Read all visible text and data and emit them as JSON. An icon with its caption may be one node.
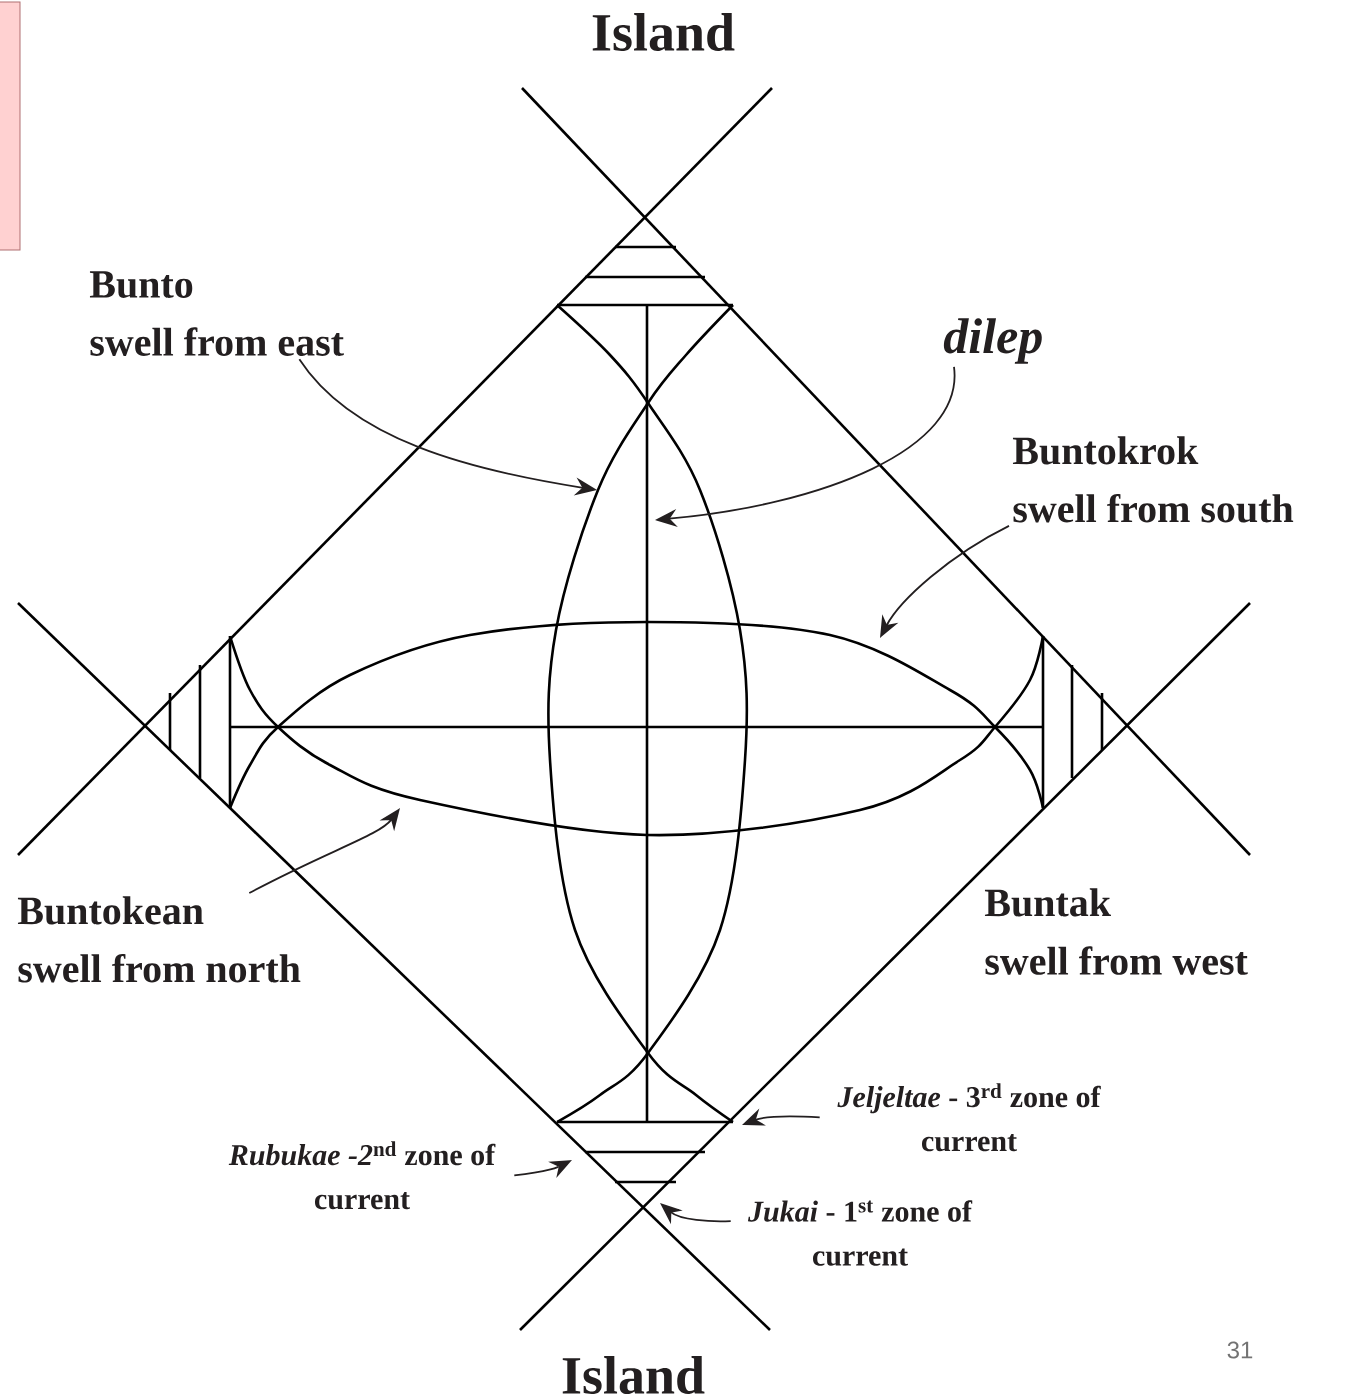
{
  "diagram": {
    "nodes": [
      {
        "text": [
          "Bunto",
          "swell from east"
        ]
      },
      {
        "text": [
          "*dilep*"
        ]
      },
      {
        "text": [
          "Buntokrok",
          "swell from south"
        ]
      },
      {
        "text": [
          "Buntokean",
          "swell from north"
        ]
      },
      {
        "text": [
          "*Jeljeltae* - 3$^{rd}$ zone of current"
        ]
      },
      {
        "text": [
          "*Rubukae -2*$^{nd}$ zone of current"
        ]
      },
      {
        "text": [
          "*Jukai* - 1$^{st}$ zone of current"
        ]
      }
    ],
    "edges": [
      {
        "from": 0,
        "to": null,
        "arrow": "to"
      },
      {
        "from": 1,
        "to": null,
        "arrow": "to"
      },
      {
        "from": 2,
        "to": null,
        "arrow": "to"
      },
      {
        "from": 3,
        "to": null,
        "arrow": "to"
      },
      {
        "from": 4,
        "to": null,
        "arrow": "to"
      },
      {
        "from": 5,
        "to": null,
        "arrow": "to"
      },
      {
        "from": 6,
        "to": null,
        "arrow": "to"
      }
    ],
    "labels": [
      "Island",
      "Buntak",
      "swell from west",
      "Island",
      "31"
    ]
  }
}
